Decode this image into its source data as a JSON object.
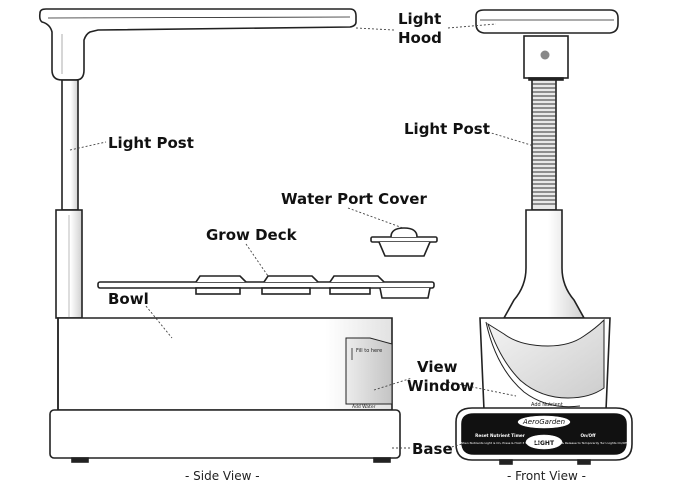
{
  "labels": {
    "light_hood_line1": "Light",
    "light_hood_line2": "Hood",
    "light_post_side": "Light Post",
    "light_post_front": "Light Post",
    "water_port_cover": "Water Port Cover",
    "grow_deck": "Grow Deck",
    "bowl": "Bowl",
    "view_window_line1": "View",
    "view_window_line2": "Window",
    "base": "Base"
  },
  "captions": {
    "side_view": "- Side View -",
    "front_view": "- Front View -"
  },
  "device_text": {
    "window_fill": "Fill to here",
    "window_add": "Add Water",
    "front_add_nutrient": "Add Nutrient",
    "brand": "AeroGarden",
    "button": "LIGHT",
    "left_panel_title": "Reset Nutrient Timer",
    "left_panel_text": "When Nutrients Light is On, Press & Hold 3 SECONDS",
    "right_panel_title": "On/Off",
    "right_panel_text": "Press & Release to Temporarily Turn Lights On/Off"
  },
  "colors": {
    "outline": "#222222",
    "shade": "#d9d9d9",
    "dark_panel": "#111111"
  }
}
